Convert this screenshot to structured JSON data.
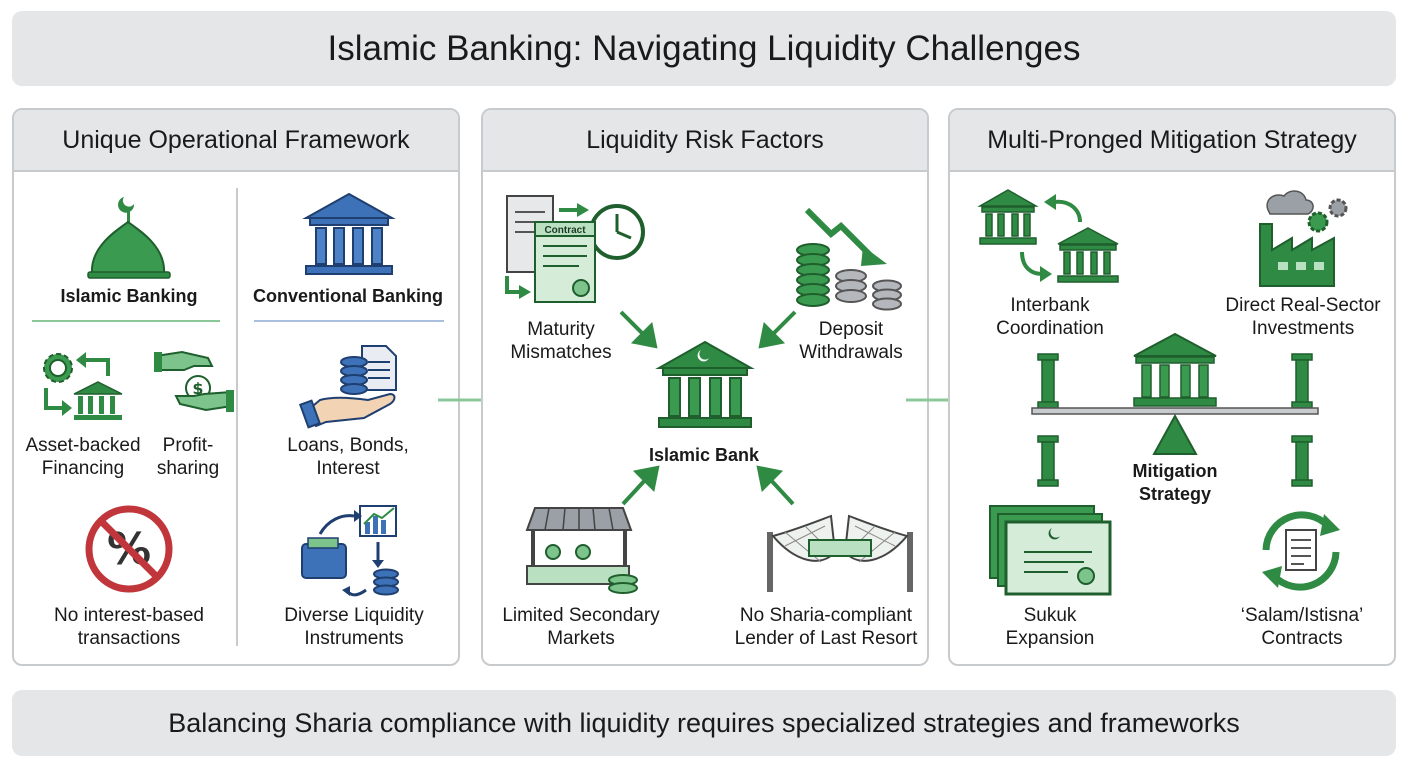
{
  "title": "Islamic Banking: Navigating Liquidity Challenges",
  "footer": "Balancing Sharia compliance with liquidity requires specialized strategies and frameworks",
  "colors": {
    "green": "#2f8a43",
    "blue": "#3e72b8",
    "red": "#c0363b",
    "band": "#e4e6e8",
    "border": "#c8cbce"
  },
  "panels": [
    {
      "title": "Unique Operational Framework",
      "islamic": {
        "heading": "Islamic Banking",
        "items": [
          {
            "label": "Asset-backed Financing",
            "icon": "asset-backed-financing-icon"
          },
          {
            "label": "Profit-sharing",
            "icon": "profit-sharing-hands-icon"
          },
          {
            "label": "No interest-based transactions",
            "icon": "no-interest-icon"
          }
        ]
      },
      "conventional": {
        "heading": "Conventional Banking",
        "items": [
          {
            "label": "Loans, Bonds, Interest",
            "icon": "hand-coins-document-icon"
          },
          {
            "label": "Diverse Liquidity Instruments",
            "icon": "wallet-chart-coins-icon"
          }
        ]
      }
    },
    {
      "title": "Liquidity Risk Factors",
      "center": "Islamic Bank",
      "factors": [
        {
          "label": "Maturity Mismatches",
          "icon": "contract-clock-icon",
          "badge": "Contract"
        },
        {
          "label": "Deposit Withdrawals",
          "icon": "falling-coins-icon"
        },
        {
          "label": "Limited Secondary Markets",
          "icon": "market-stall-icon"
        },
        {
          "label": "No Sharia-compliant Lender of Last Resort",
          "icon": "broken-safety-net-icon"
        }
      ]
    },
    {
      "title": "Multi-Pronged Mitigation Strategy",
      "center": "Mitigation Strategy",
      "strategies": [
        {
          "label": "Interbank Coordination",
          "icon": "interbank-icon"
        },
        {
          "label": "Direct Real-Sector Investments",
          "icon": "factory-icon"
        },
        {
          "label": "Sukuk Expansion",
          "icon": "sukuk-certificates-icon"
        },
        {
          "label": "‘Salam/Istisna’ Contracts",
          "icon": "contract-cycle-icon"
        }
      ]
    }
  ]
}
